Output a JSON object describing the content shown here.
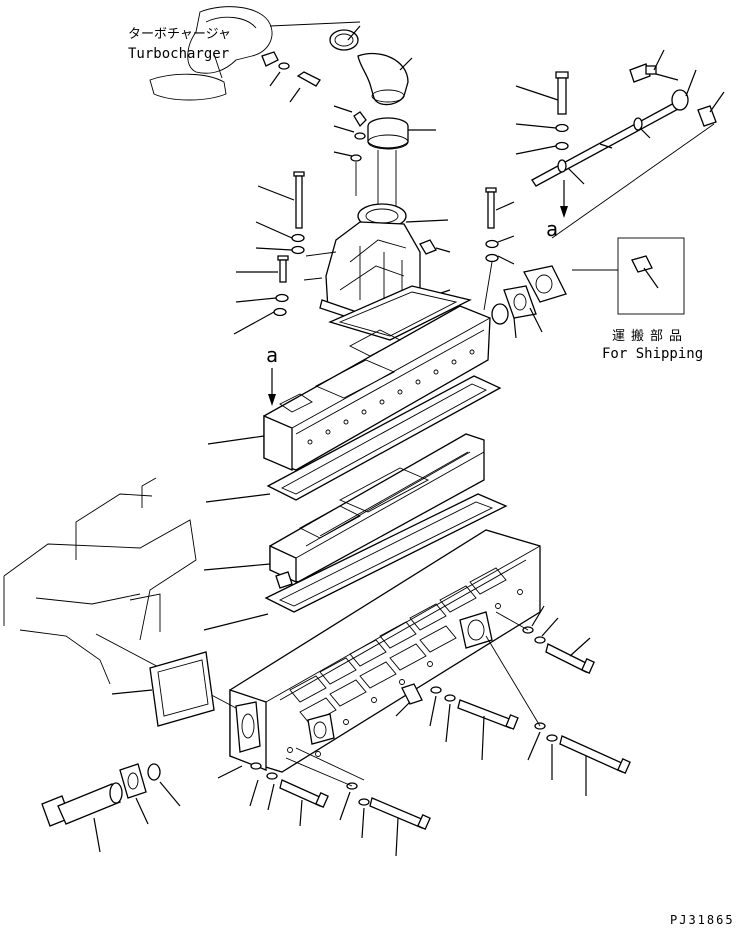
{
  "labels": {
    "turbocharger_jp": "ターボチャージャ",
    "turbocharger_en": "Turbocharger",
    "view_a_top": "a",
    "view_a_left": "a",
    "shipping_jp": "運搬部品",
    "shipping_en": "For Shipping",
    "drawing_number": "PJ31865"
  }
}
